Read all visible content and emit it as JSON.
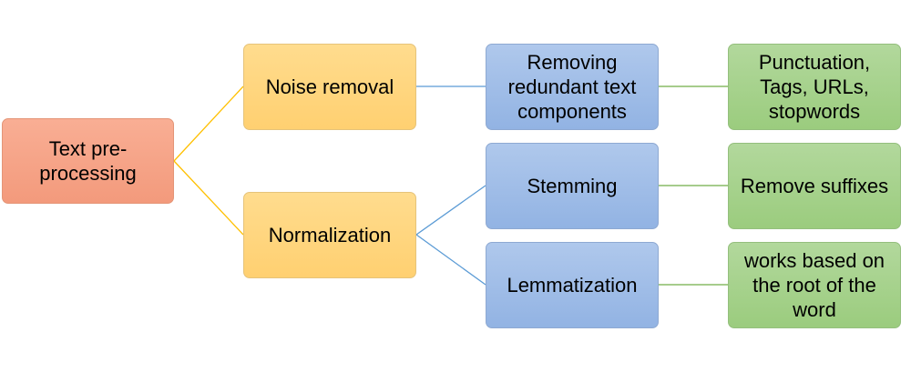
{
  "diagram": {
    "root": "Text pre-\nprocessing",
    "categories": {
      "noise_removal": "Noise removal",
      "normalization": "Normalization"
    },
    "methods": {
      "removing": "Removing\nredundant text\ncomponents",
      "stemming": "Stemming",
      "lemmatization": "Lemmatization"
    },
    "details": {
      "punctuation": "Punctuation,\nTags, URLs,\nstopwords",
      "suffixes": "Remove suffixes",
      "root_word": "works based on\nthe root of the\nword"
    }
  },
  "colors": {
    "root_fill": "#f39a7c",
    "category_fill": "#ffd071",
    "method_fill": "#92b3e3",
    "detail_fill": "#9bcc7e",
    "yellow_connector": "#ffc000",
    "blue_connector": "#5b9bd5",
    "green_connector": "#70ad47"
  }
}
